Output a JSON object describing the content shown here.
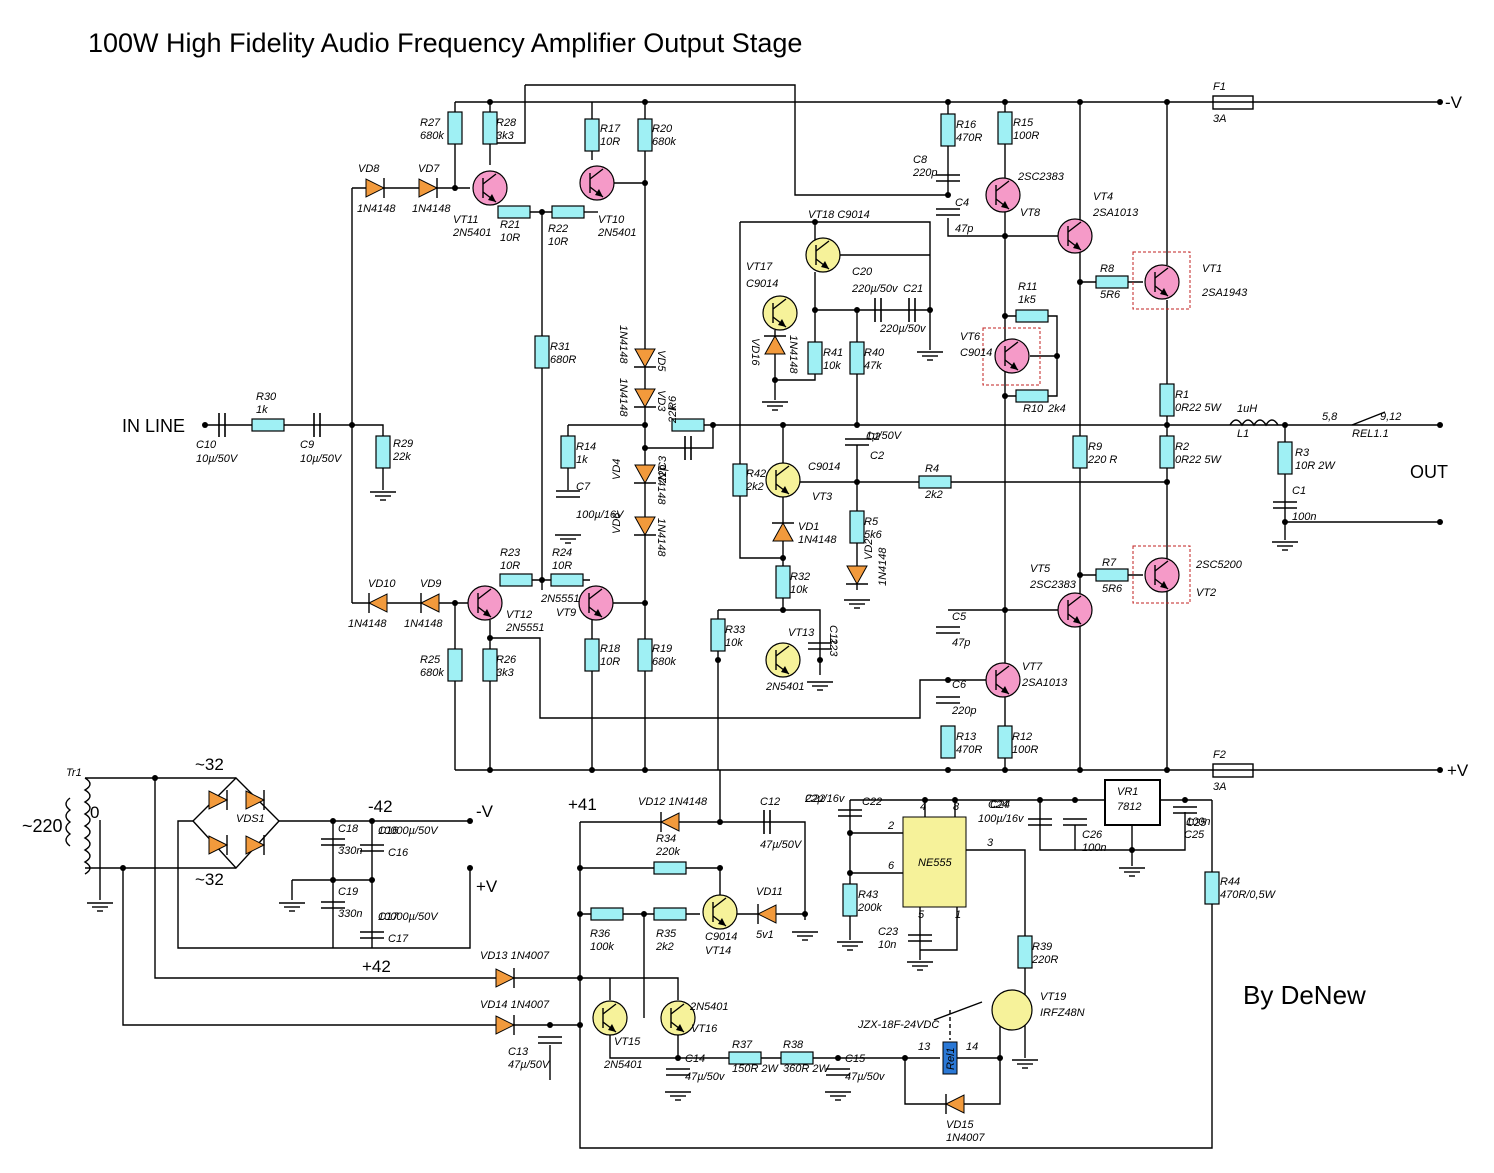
{
  "title": "100W High Fidelity Audio Frequency Amplifier Output Stage",
  "author": "By DeNew",
  "terminals": {
    "in_line": "IN LINE",
    "out": "OUT",
    "neg_v_top": "-V",
    "pos_v_mid": "+V",
    "psu_neg_v": "-V",
    "psu_pos_v": "+V",
    "mains": "~220",
    "tap_zero": "0",
    "ac_top": "~32",
    "ac_bottom": "~32",
    "rail_neg": "-42",
    "rail_pos": "+42",
    "prot_rail": "+41"
  },
  "components": {
    "R1": [
      "R1",
      "0R22 5W"
    ],
    "R2": [
      "R2",
      "0R22 5W"
    ],
    "R3": [
      "R3",
      "10R 2W"
    ],
    "R4": [
      "R4",
      "2k2"
    ],
    "R5": [
      "R5",
      "5k6"
    ],
    "R6": [
      "R6",
      "22k"
    ],
    "R7": [
      "R7",
      "5R6"
    ],
    "R8": [
      "R8",
      "5R6"
    ],
    "R9": [
      "R9",
      "220 R"
    ],
    "R10": [
      "R10",
      "2k4"
    ],
    "R11": [
      "R11",
      "1k5"
    ],
    "R12": [
      "R12",
      "100R"
    ],
    "R13": [
      "R13",
      "470R"
    ],
    "R14": [
      "R14",
      "1k"
    ],
    "R15": [
      "R15",
      "100R"
    ],
    "R16": [
      "R16",
      "470R"
    ],
    "R17": [
      "R17",
      "10R"
    ],
    "R18": [
      "R18",
      "10R"
    ],
    "R19": [
      "R19",
      "680k"
    ],
    "R20": [
      "R20",
      "680k"
    ],
    "R21": [
      "R21",
      "10R"
    ],
    "R22": [
      "R22",
      "10R"
    ],
    "R23": [
      "R23",
      "10R"
    ],
    "R24": [
      "R24",
      "10R"
    ],
    "R25": [
      "R25",
      "680k"
    ],
    "R26": [
      "R26",
      "3k3"
    ],
    "R27": [
      "R27",
      "680k"
    ],
    "R28": [
      "R28",
      "3k3"
    ],
    "R29": [
      "R29",
      "22k"
    ],
    "R30": [
      "R30",
      "1k"
    ],
    "R31": [
      "R31",
      "680R"
    ],
    "R32": [
      "R32",
      "10k"
    ],
    "R33": [
      "R33",
      "10k"
    ],
    "R34": [
      "R34",
      "220k"
    ],
    "R35": [
      "R35",
      "2k2"
    ],
    "R36": [
      "R36",
      "100k"
    ],
    "R37": [
      "R37",
      "150R 2W"
    ],
    "R38": [
      "R38",
      "360R 2W"
    ],
    "R39": [
      "R39",
      "220R"
    ],
    "R40": [
      "R40",
      "47k"
    ],
    "R41": [
      "R41",
      "10k"
    ],
    "R42": [
      "R42",
      "2k2"
    ],
    "R43": [
      "R43",
      "200k"
    ],
    "R44": [
      "R44",
      "470R/0,5W"
    ],
    "C1": [
      "C1",
      "100n"
    ],
    "C2": [
      "C2",
      "1µ/50V"
    ],
    "C3": [
      "C3",
      "22p"
    ],
    "C4": [
      "C4",
      "47p"
    ],
    "C5": [
      "C5",
      "47p"
    ],
    "C6": [
      "C6",
      "220p"
    ],
    "C7": [
      "C7",
      "100µ/16V"
    ],
    "C8": [
      "C8",
      "220p"
    ],
    "C9": [
      "C9",
      "10µ/50V"
    ],
    "C10": [
      "C10",
      "10µ/50V"
    ],
    "C11": [
      "C11",
      "223"
    ],
    "C12": [
      "C12",
      "47µ/50V"
    ],
    "C13": [
      "C13",
      "47µ/50V"
    ],
    "C14": [
      "C14",
      "47µ/50v"
    ],
    "C15": [
      "C15",
      "47µ/50v"
    ],
    "C16": [
      "C16",
      "10000µ/50V"
    ],
    "C17": [
      "C17",
      "10000µ/50V"
    ],
    "C18": [
      "C18",
      "330n"
    ],
    "C19": [
      "C19",
      "330n"
    ],
    "C20": [
      "C20",
      "220µ/50v"
    ],
    "C21": [
      "C21",
      "220µ/50v"
    ],
    "C22": [
      "C22",
      "22µ/16v"
    ],
    "C23": [
      "C23",
      "10n"
    ],
    "C24": [
      "C24",
      "100µ/16v"
    ],
    "C25": [
      "C25",
      "100n"
    ],
    "C26": [
      "C26",
      "100n"
    ],
    "VT1": [
      "VT1",
      "2SA1943"
    ],
    "VT2": [
      "VT2",
      "2SC5200"
    ],
    "VT3": [
      "VT3",
      "C9014"
    ],
    "VT4": [
      "VT4",
      "2SA1013"
    ],
    "VT5": [
      "VT5",
      "2SC2383"
    ],
    "VT6": [
      "VT6",
      "C9014"
    ],
    "VT7": [
      "VT7",
      "2SA1013"
    ],
    "VT8": [
      "VT8",
      "2SC2383"
    ],
    "VT9": [
      "VT9",
      "2N5551"
    ],
    "VT10": [
      "VT10",
      "2N5401"
    ],
    "VT11": [
      "VT11",
      "2N5401"
    ],
    "VT12": [
      "VT12",
      "2N5551"
    ],
    "VT13": [
      "VT13",
      "2N5401"
    ],
    "VT14": [
      "VT14",
      "C9014"
    ],
    "VT15": [
      "VT15",
      "2N5401"
    ],
    "VT16": [
      "VT16",
      "2N5401"
    ],
    "VT17": [
      "VT17",
      "C9014"
    ],
    "VT18": [
      "VT18",
      "C9014"
    ],
    "VT19": [
      "VT19",
      "IRFZ48N"
    ],
    "VD1": [
      "VD1",
      "1N4148"
    ],
    "VD2": [
      "VD2",
      "1N4148"
    ],
    "VD3": [
      "VD3",
      "1N4148"
    ],
    "VD4": [
      "VD4",
      "1N4148"
    ],
    "VD5": [
      "VD5",
      "1N4148"
    ],
    "VD6": [
      "VD6",
      "1N4148"
    ],
    "VD7": [
      "VD7",
      "1N4148"
    ],
    "VD8": [
      "VD8",
      "1N4148"
    ],
    "VD9": [
      "VD9",
      "1N4148"
    ],
    "VD10": [
      "VD10",
      "1N4148"
    ],
    "VD11": [
      "VD11",
      "5v1"
    ],
    "VD12": [
      "VD12",
      "1N4148"
    ],
    "VD13": [
      "VD13",
      "1N4007"
    ],
    "VD14": [
      "VD14",
      "1N4007"
    ],
    "VD15": [
      "VD15",
      "1N4007"
    ],
    "VD16": [
      "VD16",
      "1N4148"
    ],
    "L1": [
      "L1",
      "1uH"
    ],
    "F1": [
      "F1",
      "3A"
    ],
    "F2": [
      "F2",
      "3A"
    ],
    "VR1": [
      "VR1",
      "7812"
    ],
    "IC": [
      "NE555"
    ],
    "Tr1": [
      "Tr1"
    ],
    "VDS1": [
      "VDS1"
    ],
    "Rel1": [
      "Rel1",
      "JZX-18F-24VDC"
    ],
    "REL11": [
      "REL1.1",
      "5,8",
      "9,12"
    ]
  },
  "ne555_pins": [
    "4",
    "8",
    "2",
    "6",
    "3",
    "5",
    "1"
  ],
  "relay_pins": [
    "13",
    "14"
  ]
}
